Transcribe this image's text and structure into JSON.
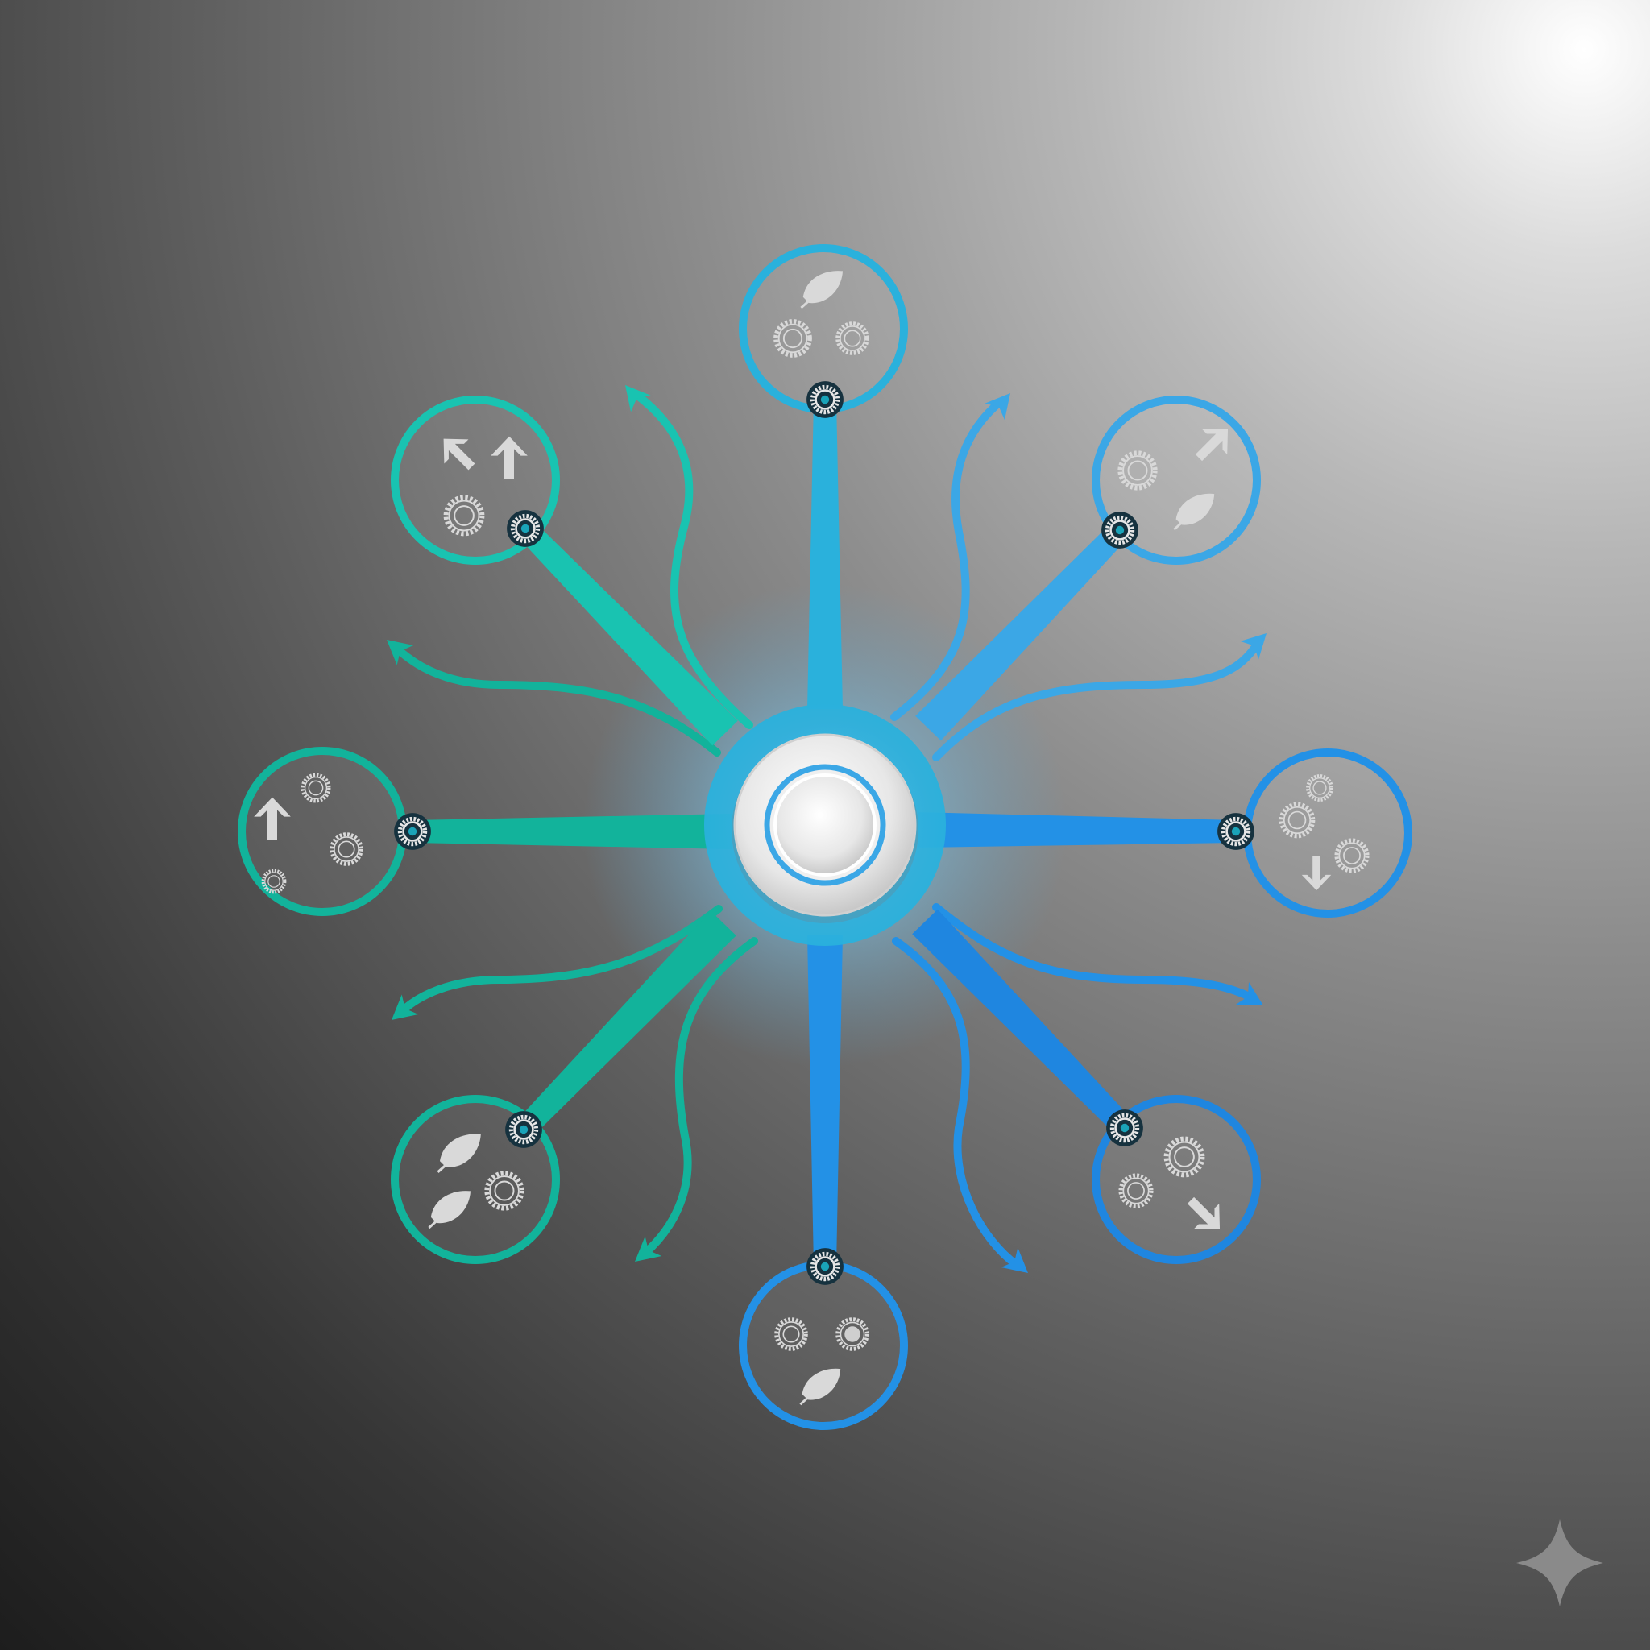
{
  "diagram": {
    "type": "hub-and-spoke",
    "colors": {
      "teal": "#12b39b",
      "teal_light": "#19c3b1",
      "cyan": "#2ab1dc",
      "sky": "#3ba7e6",
      "blue": "#2391e6",
      "blue_dark": "#1f86e0",
      "icon_grey": "#d9d9d9",
      "icon_blue": "#2b96e6",
      "hub_glow": "#bfe8ff"
    },
    "hub": {
      "shape": "white-disc-with-blue-ring"
    },
    "nodes": [
      {
        "id": "node-top",
        "color": "cyan",
        "icons": [
          "leaf-icon",
          "gear-icon",
          "gear-icon"
        ]
      },
      {
        "id": "node-upper-right",
        "color": "sky",
        "icons": [
          "gear-icon",
          "arrow-up-right-icon",
          "leaf-icon"
        ]
      },
      {
        "id": "node-right",
        "color": "blue",
        "icons": [
          "gear-icon",
          "gear-icon",
          "gear-icon",
          "arrow-down-icon"
        ]
      },
      {
        "id": "node-lower-right",
        "color": "blue_dark",
        "icons": [
          "gear-icon",
          "gear-icon",
          "arrow-down-right-icon"
        ]
      },
      {
        "id": "node-bottom",
        "color": "blue",
        "icons": [
          "gear-icon",
          "gear-icon",
          "leaf-icon"
        ]
      },
      {
        "id": "node-lower-left",
        "color": "teal",
        "icons": [
          "leaf-icon",
          "leaf-icon",
          "gear-icon"
        ]
      },
      {
        "id": "node-left",
        "color": "teal",
        "icons": [
          "arrow-up-icon",
          "gear-icon",
          "gear-icon",
          "gear-icon"
        ]
      },
      {
        "id": "node-upper-left",
        "color": "teal_light",
        "icons": [
          "arrow-up-left-icon",
          "arrow-up-icon",
          "gear-icon"
        ]
      }
    ],
    "branch_arrows": [
      {
        "id": "arrow-nnw",
        "color": "teal_light"
      },
      {
        "id": "arrow-nne",
        "color": "sky"
      },
      {
        "id": "arrow-ene",
        "color": "sky"
      },
      {
        "id": "arrow-ese",
        "color": "blue"
      },
      {
        "id": "arrow-sse",
        "color": "blue"
      },
      {
        "id": "arrow-ssw",
        "color": "teal"
      },
      {
        "id": "arrow-wsw",
        "color": "teal"
      },
      {
        "id": "arrow-wnw",
        "color": "teal"
      }
    ],
    "corner_mark": "sparkle-icon"
  }
}
